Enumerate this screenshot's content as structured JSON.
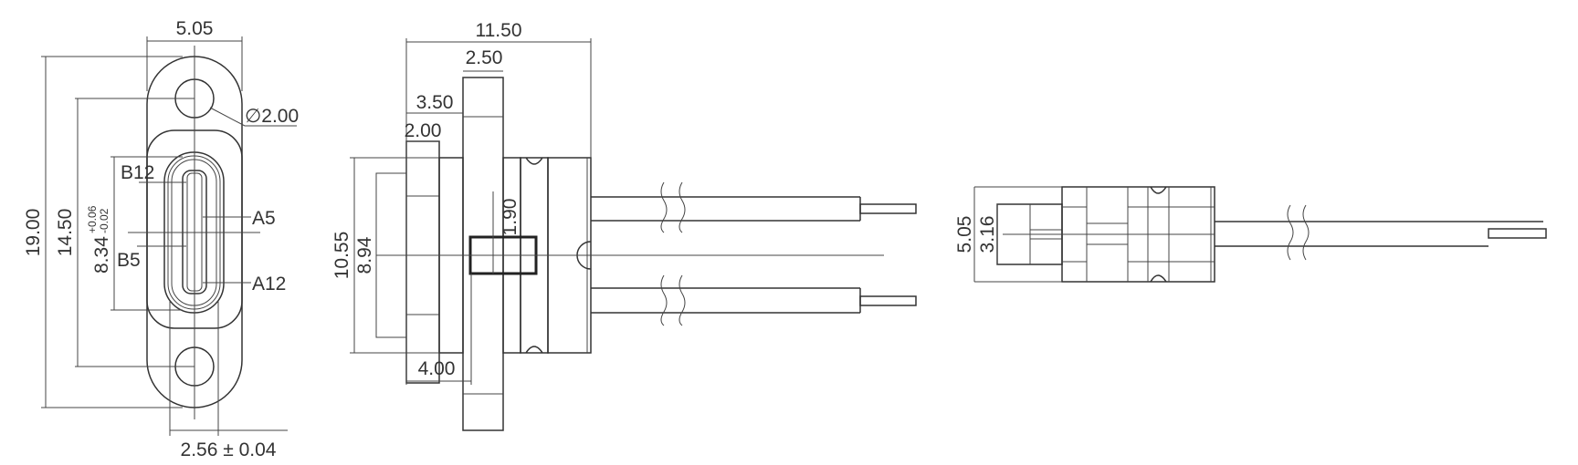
{
  "front_view": {
    "width": "5.05",
    "height_total": "19.00",
    "hole_pitch": "14.50",
    "opening_height": "8.34",
    "tol_upper": "+0.06",
    "tol_lower": "-0.02",
    "hole_diameter": "∅2.00",
    "opening_width": "2.56 ± 0.04",
    "pins": [
      "B12",
      "A5",
      "B5",
      "A12"
    ]
  },
  "side_view": {
    "length": "11.50",
    "flange_thickness": "2.50",
    "flange_offset": "3.50",
    "plate_thickness": "2.00",
    "outer_height": "10.55",
    "inner_height": "8.94",
    "slot": "1.90",
    "depth": "4.00"
  },
  "top_view": {
    "outer_height": "5.05",
    "inner_height": "3.16"
  }
}
